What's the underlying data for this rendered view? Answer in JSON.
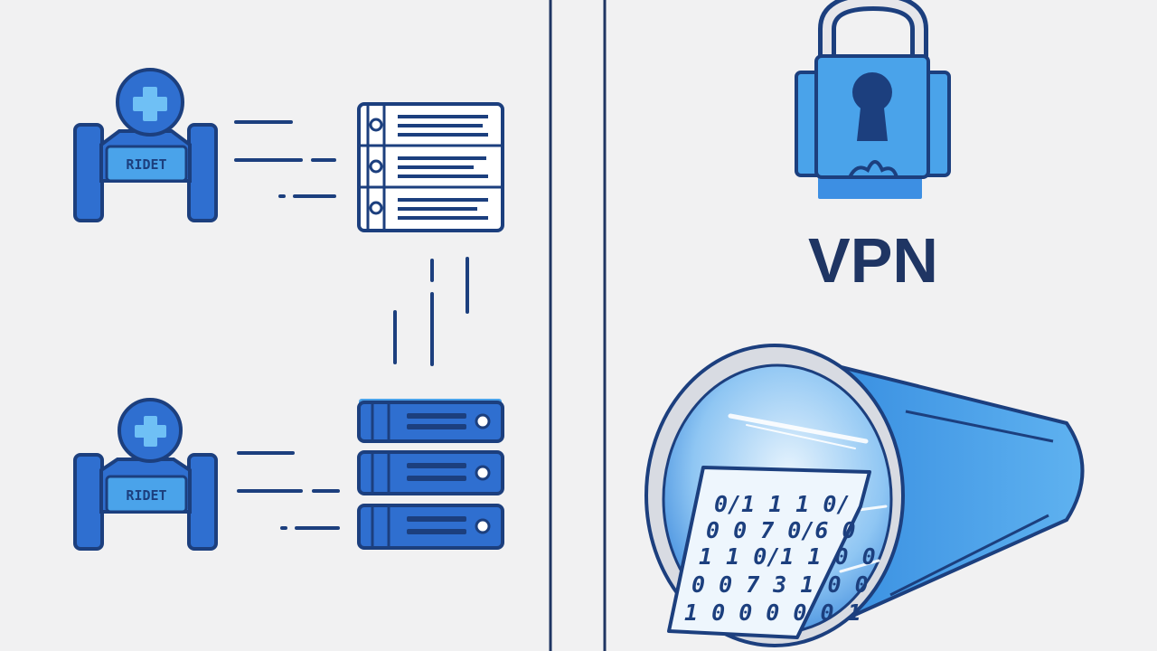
{
  "colors": {
    "background": "#f1f1f2",
    "navy": "#1c3f7e",
    "blue": "#2f6fd0",
    "light_blue": "#4aa3ea",
    "pale_blue": "#bcd9f4",
    "divider": "#1f3563"
  },
  "left_panel": {
    "top_row": {
      "robot_label": "RIDET",
      "robot_badge_icon": "plus-icon",
      "server_icon": "server-rack-outline-icon"
    },
    "bottom_row": {
      "robot_label": "RIDET",
      "robot_badge_icon": "plus-icon",
      "server_icon": "server-stack-filled-icon"
    }
  },
  "right_panel": {
    "lock_icon": "padlock-keyhole-icon",
    "vpn_label": "VPN",
    "tunnel_icon": "tunnel-icon",
    "binary_lines": [
      "0/1 1 1 0/",
      "0 0 7 0/6 0",
      "1 1 0/1 1 0 0",
      "0 0 7 3 1 0 0",
      "1 0 0 0 0 0 1"
    ]
  }
}
